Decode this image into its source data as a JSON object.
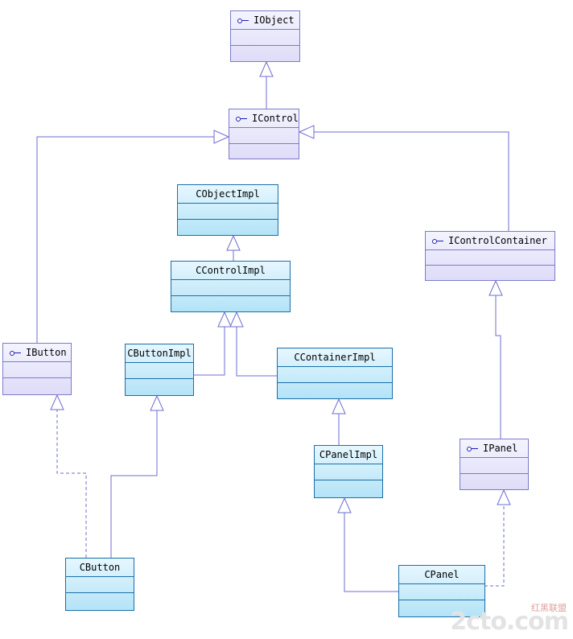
{
  "classes": {
    "iobject": "IObject",
    "icontrol": "IControl",
    "cobjectimpl": "CObjectImpl",
    "ccontrolimpl": "CControlImpl",
    "icontrolcontainer": "IControlContainer",
    "ibutton": "IButton",
    "cbuttonimpl": "CButtonImpl",
    "ccontainerimpl": "CContainerImpl",
    "cpanelimpl": "CPanelImpl",
    "ipanel": "IPanel",
    "cbutton": "CButton",
    "cpanel": "CPanel"
  },
  "watermark": {
    "logo": "2cto.com",
    "tagline": "红黑联盟"
  },
  "colors": {
    "interface_border": "#7b7bc9",
    "class_border": "#1b6fa8",
    "connector": "#6d6dd0"
  }
}
